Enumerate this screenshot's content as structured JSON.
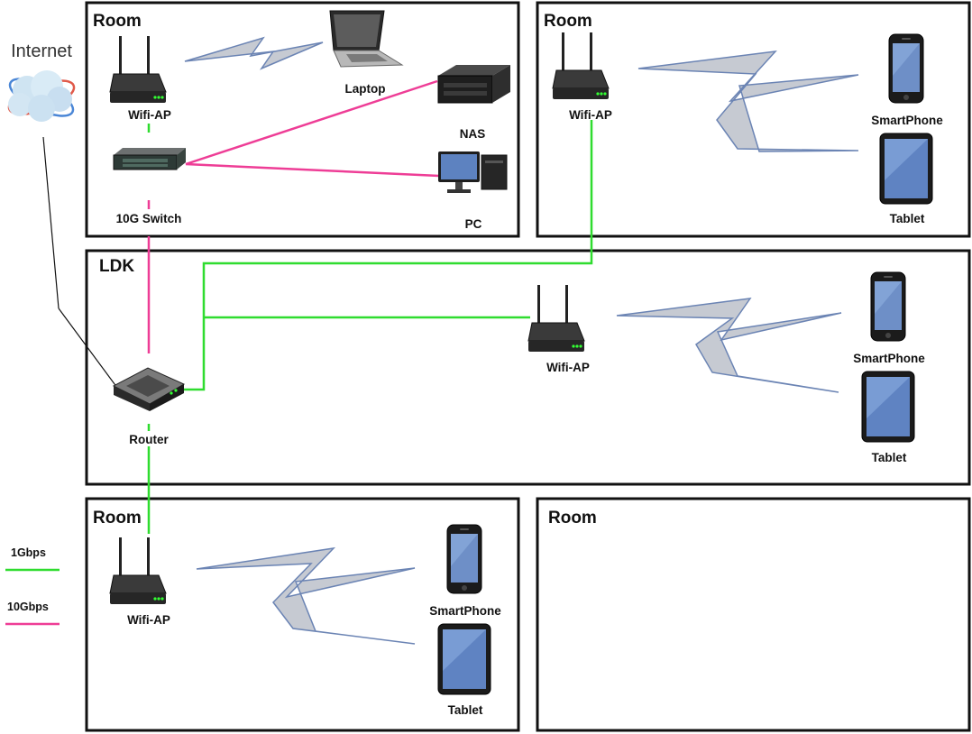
{
  "internet": {
    "label": "Internet",
    "icon": "cloud-globe-icon"
  },
  "rooms": {
    "room_top_left": {
      "title": "Room"
    },
    "room_top_right": {
      "title": "Room"
    },
    "ldk": {
      "title": "LDK"
    },
    "room_bottom_left": {
      "title": "Room"
    },
    "room_bottom_right": {
      "title": "Room"
    }
  },
  "devices": {
    "tl_wifi_ap": "Wifi-AP",
    "tl_laptop": "Laptop",
    "tl_nas": "NAS",
    "tl_switch": "10G Switch",
    "tl_pc": "PC",
    "tr_wifi_ap": "Wifi-AP",
    "tr_smartphone": "SmartPhone",
    "tr_tablet": "Tablet",
    "ldk_router": "Router",
    "ldk_wifi_ap": "Wifi-AP",
    "ldk_smartphone": "SmartPhone",
    "ldk_tablet": "Tablet",
    "bl_wifi_ap": "Wifi-AP",
    "bl_smartphone": "SmartPhone",
    "bl_tablet": "Tablet"
  },
  "legend": {
    "gbps1": {
      "label": "1Gbps",
      "color": "#2fdc2f"
    },
    "gbps10": {
      "label": "10Gbps",
      "color": "#ee3d96"
    }
  },
  "colors": {
    "link_1g": "#2fdc2f",
    "link_10g": "#ee3d96",
    "wireless_fill": "#c6cad2",
    "wireless_stroke": "#6b84b4"
  }
}
